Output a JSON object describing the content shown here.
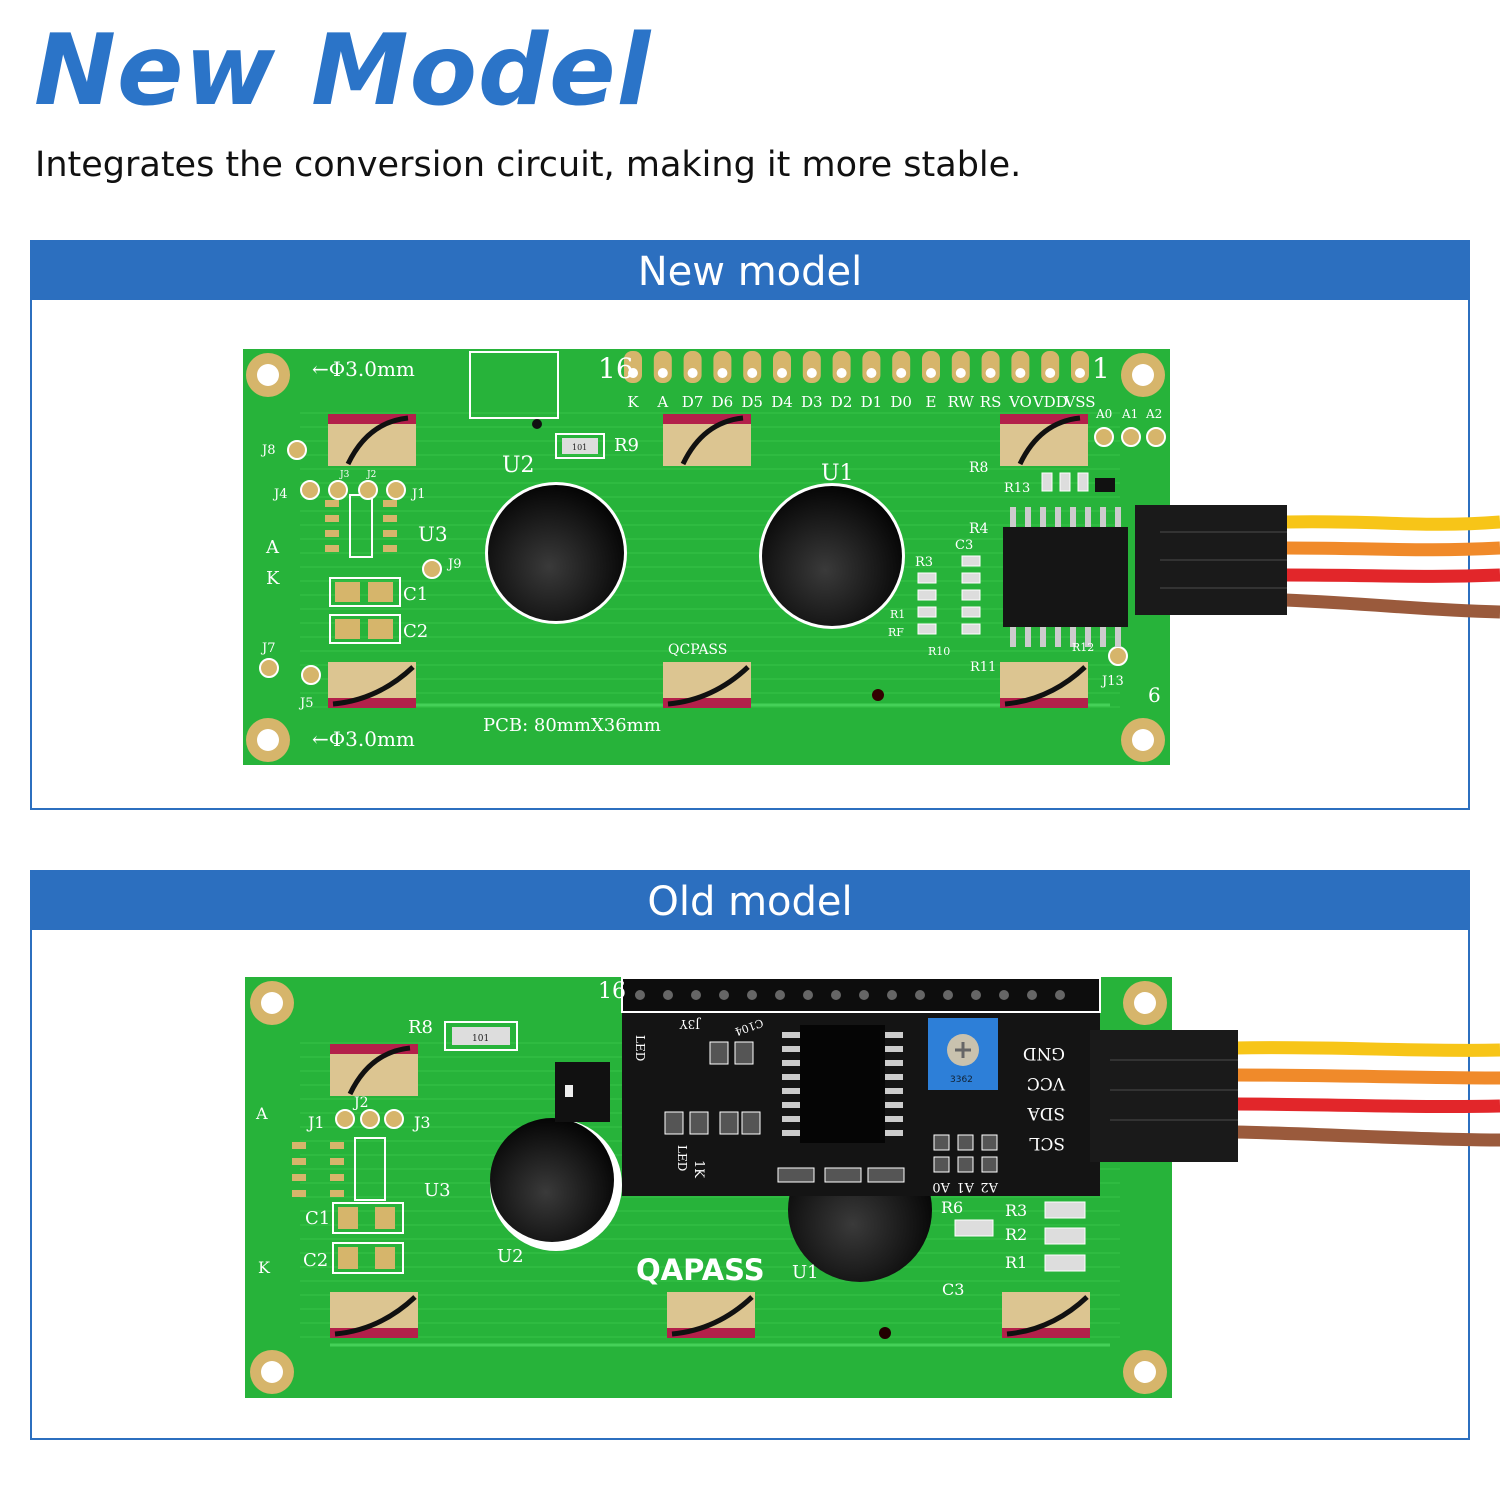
{
  "header": {
    "title": "New Model",
    "subtitle": "Integrates the conversion circuit, making it more stable."
  },
  "panels": [
    {
      "label": "New model",
      "board": {
        "pin_first": "16",
        "pin_last": "1",
        "pins": [
          "K",
          "A",
          "D7",
          "D6",
          "D5",
          "D4",
          "D3",
          "D2",
          "D1",
          "D0",
          "E",
          "RW",
          "RS",
          "VO",
          "VDD",
          "VSS"
        ],
        "hole_note": "←Φ3.0mm",
        "labels": {
          "u1": "U1",
          "u2": "U2",
          "u3": "U3",
          "r9": "R9",
          "j8": "J8",
          "j4": "J4",
          "j3": "J3",
          "j2": "J2",
          "j1": "J1",
          "j9": "J9",
          "c1": "C1",
          "c2": "C2",
          "j7": "J7",
          "j5": "J5",
          "a": "A",
          "k": "K",
          "qc": "QCPASS",
          "pcb": "PCB: 80mmX36mm",
          "r8": "R8",
          "r13": "R13",
          "r4": "R4",
          "r3": "R3",
          "c3": "C3",
          "r1": "R1",
          "rf": "RF",
          "r10": "R10",
          "r11": "R11",
          "r12": "R12",
          "j13": "J13",
          "six": "6",
          "a0": "A0",
          "a1": "A1",
          "a2": "A2",
          "r101": "101"
        }
      }
    },
    {
      "label": "Old model",
      "board": {
        "pin_first": "16",
        "labels": {
          "r8": "R8",
          "j1": "J1",
          "j2": "J2",
          "j3": "J3",
          "a": "A",
          "k": "K",
          "u3": "U3",
          "c1": "C1",
          "c2": "C2",
          "u2": "U2",
          "brand": "QAPASS",
          "u1": "U1",
          "r6": "R6",
          "r3": "R3",
          "r2": "R2",
          "r1": "R1",
          "c3": "C3",
          "gnd": "GND",
          "vcc": "VCC",
          "sda": "SDA",
          "scl": "SCL",
          "a0": "A0",
          "a1": "A1",
          "a2": "A2",
          "led": "LED",
          "k1": "1K",
          "j3y": "J3Y",
          "c104": "C104",
          "pot": "3362",
          "r101": "101"
        }
      }
    }
  ],
  "colors": {
    "accent": "#2c6fbf",
    "title": "#2b74c8",
    "pcb": "#27b33a",
    "wire_yellow": "#f7c518",
    "wire_orange": "#f08a2a",
    "wire_red": "#e2262a",
    "wire_brown": "#9a5a3c"
  }
}
